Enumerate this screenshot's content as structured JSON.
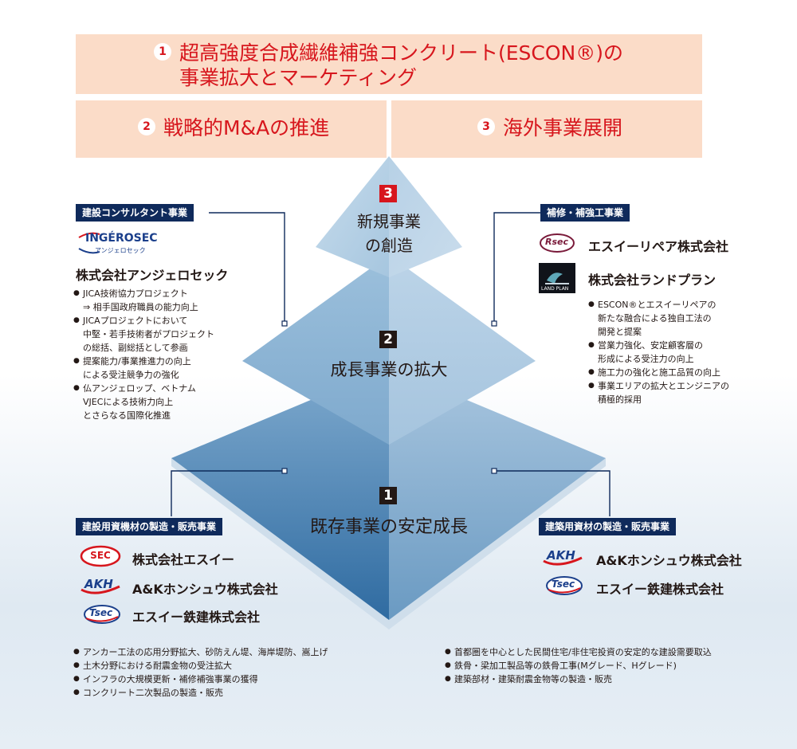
{
  "banners": {
    "b1": {
      "num": "1",
      "line1": "超高強度合成繊維補強コンクリート(ESCON®)の",
      "line2": "事業拡大とマーケティング"
    },
    "b2": {
      "num": "2",
      "text": "戦略的M&Aの推進"
    },
    "b3": {
      "num": "3",
      "text": "海外事業展開"
    }
  },
  "pyramid": {
    "level3": {
      "num": "3",
      "line1": "新規事業",
      "line2": "の創造"
    },
    "level2": {
      "num": "2",
      "text": "成長事業の拡大"
    },
    "level1": {
      "num": "1",
      "text": "既存事業の安定成長"
    }
  },
  "consultant": {
    "label": "建設コンサルタント事業",
    "logo_main": "INGÉROSEC",
    "logo_sub": "アンジェロセック",
    "company": "株式会社アンジェロセック",
    "bullets": [
      "JICA技術協力プロジェクト",
      "⇒ 相手国政府職員の能力向上",
      "JICAプロジェクトにおいて",
      "中堅・若手技術者がプロジェクト",
      "の総括、副総括として参画",
      "提案能力/事業推進力の向上",
      "による受注競争力の強化",
      "仏アンジェロップ、ベトナム",
      "VJECによる技術力向上",
      "とさらなる国際化推進"
    ]
  },
  "repair": {
    "label": "補修・補強工事業",
    "logo1": "Rsec",
    "company1": "エスイーリペア株式会社",
    "logo2": "LAND PLAN",
    "company2": "株式会社ランドプラン",
    "bullets": [
      "ESCON®とエスイーリペアの",
      "新たな融合による独自工法の",
      "開発と提案",
      "営業力強化、安定顧客層の",
      "形成による受注力の向上",
      "施工力の強化と施工品質の向上",
      "事業エリアの拡大とエンジニアの",
      "積極的採用"
    ]
  },
  "equipment": {
    "label": "建設用資機材の製造・販売事業",
    "logo1": "SEC",
    "company1": "株式会社エスイー",
    "logo2": "AKH",
    "company2": "A&Kホンシュウ株式会社",
    "logo3": "Tsec",
    "company3": "エスイー鉄建株式会社",
    "bullets": [
      "アンカー工法の応用分野拡大、砂防えん堤、海岸堤防、嵩上げ",
      "土木分野における耐震金物の受注拡大",
      "インフラの大規模更新・補修補強事業の獲得",
      "コンクリート二次製品の製造・販売"
    ]
  },
  "materials": {
    "label": "建築用資材の製造・販売事業",
    "logo1": "AKH",
    "company1": "A&Kホンシュウ株式会社",
    "logo2": "Tsec",
    "company2": "エスイー鉄建株式会社",
    "bullets": [
      "首都圏を中心とした民間住宅/非住宅投資の安定的な建設需要取込",
      "鉄骨・梁加工製品等の鉄骨工事(Mグレード、Hグレード)",
      "建築部材・建築耐震金物等の製造・販売"
    ]
  },
  "colors": {
    "banner_bg": "#fbdcc8",
    "banner_text": "#d7161d",
    "label_bg": "#0f2a5b",
    "num_red": "#d7161d",
    "num_dark": "#231815"
  }
}
